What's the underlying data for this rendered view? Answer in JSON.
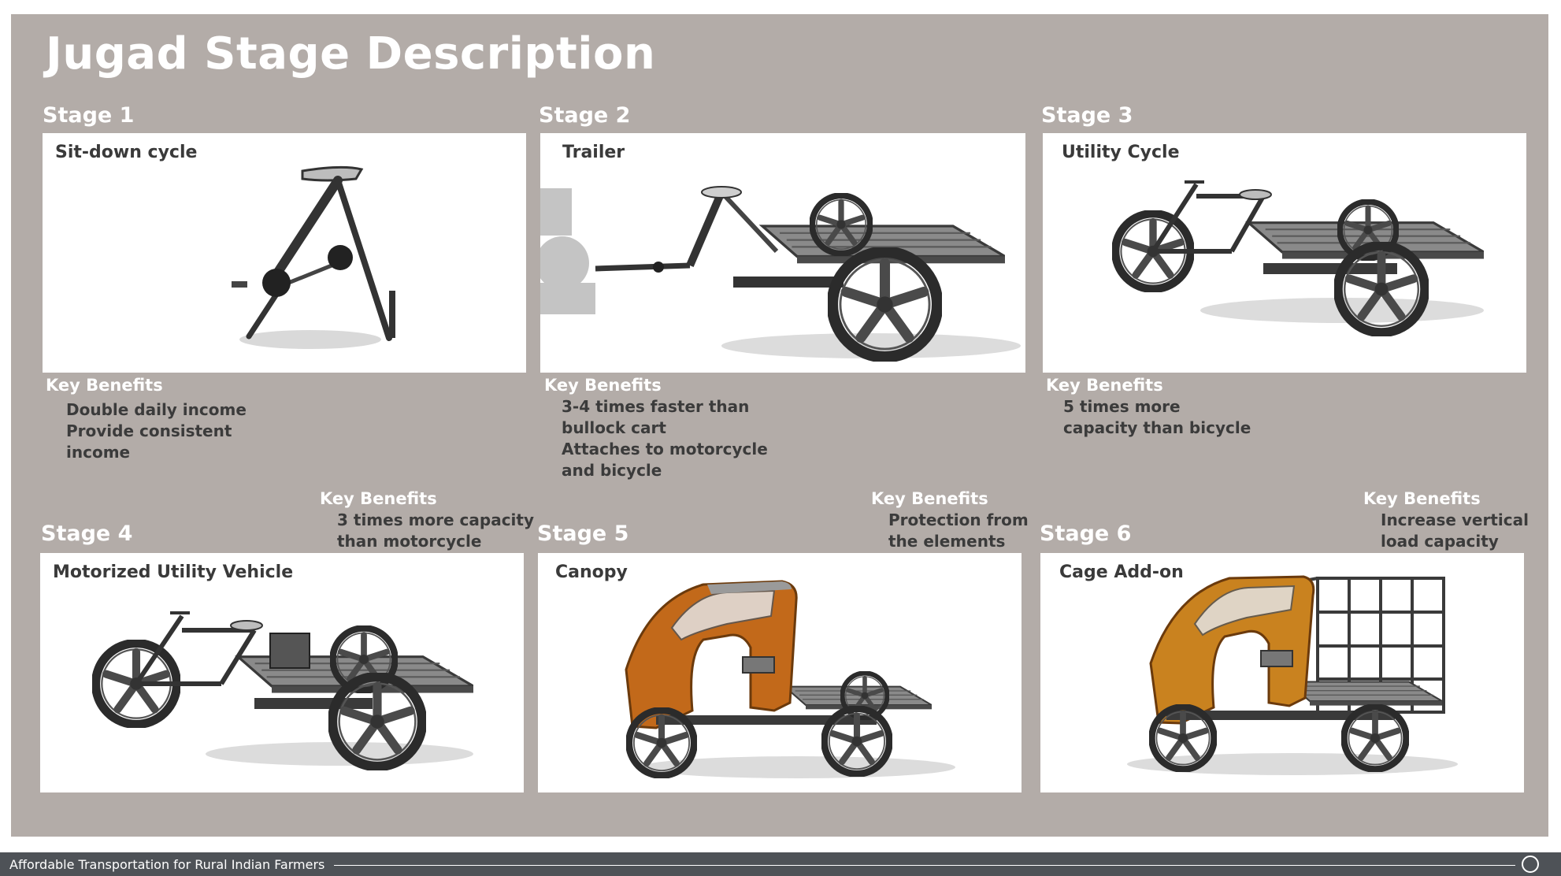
{
  "page_title": "Jugad Stage Description",
  "stages": [
    {
      "stage_label": "Stage 1",
      "title": "Sit-down cycle",
      "benefits_heading": "Key Benefits",
      "benefits": [
        "Double daily income",
        "Provide consistent",
        "income"
      ]
    },
    {
      "stage_label": "Stage 2",
      "title": "Trailer",
      "benefits_heading": "Key Benefits",
      "benefits": [
        "3-4 times faster than",
        "bullock cart",
        "Attaches to motorcycle",
        "and bicycle"
      ]
    },
    {
      "stage_label": "Stage 3",
      "title": "Utility Cycle",
      "benefits_heading": "Key Benefits",
      "benefits": [
        "5 times more",
        "capacity than bicycle"
      ]
    },
    {
      "stage_label": "Stage 4",
      "title": "Motorized Utility Vehicle",
      "benefits_heading": "Key Benefits",
      "benefits": [
        "3 times more capacity",
        "than motorcycle"
      ]
    },
    {
      "stage_label": "Stage 5",
      "title": "Canopy",
      "benefits_heading": "Key Benefits",
      "benefits": [
        "Protection from",
        "the elements"
      ]
    },
    {
      "stage_label": "Stage 6",
      "title": "Cage Add-on",
      "benefits_heading": "Key Benefits",
      "benefits": [
        "Increase vertical",
        "load capacity"
      ]
    }
  ],
  "footer": {
    "text": "Affordable Transportation for Rural Indian Farmers"
  },
  "colors": {
    "slide_bg": "#b3aca8",
    "vehicle_frame": "#3a3a3a",
    "canopy_orange": "#c2691a",
    "footer_bar": "#4e5257"
  }
}
